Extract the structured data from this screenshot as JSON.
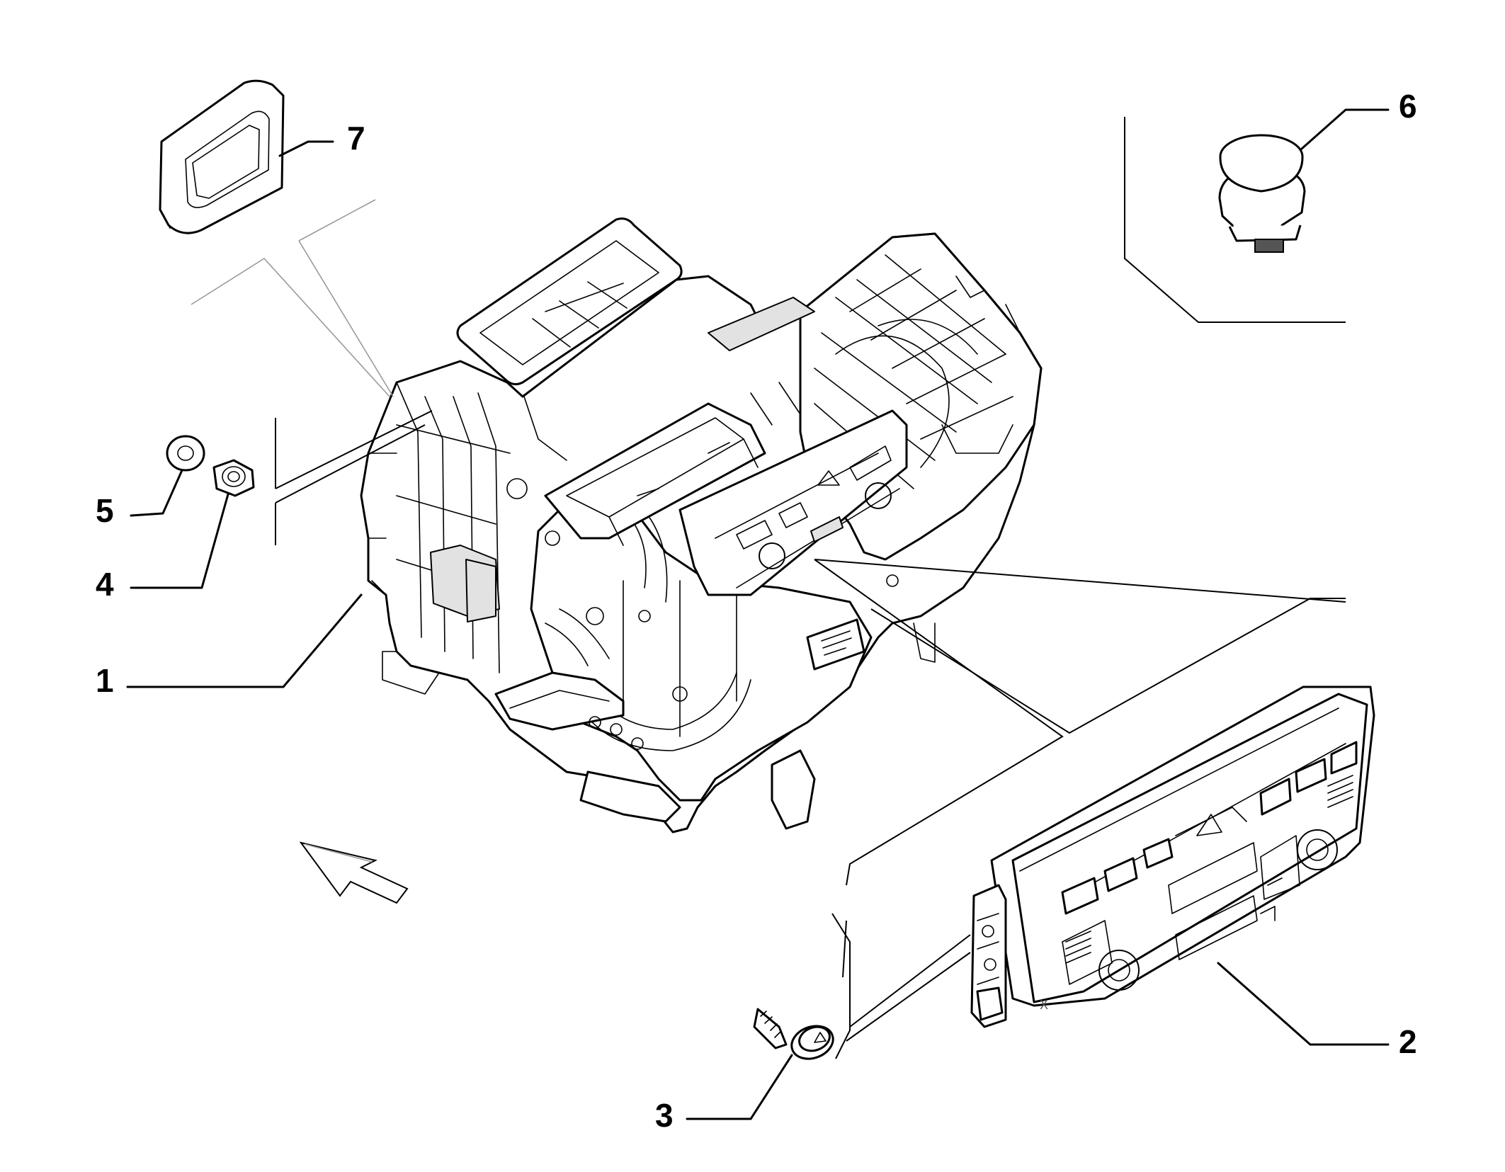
{
  "callouts": [
    {
      "id": "1",
      "label": "1"
    },
    {
      "id": "2",
      "label": "2"
    },
    {
      "id": "3",
      "label": "3"
    },
    {
      "id": "4",
      "label": "4"
    },
    {
      "id": "5",
      "label": "5"
    },
    {
      "id": "6",
      "label": "6"
    },
    {
      "id": "7",
      "label": "7"
    }
  ],
  "panel_marking": "X"
}
